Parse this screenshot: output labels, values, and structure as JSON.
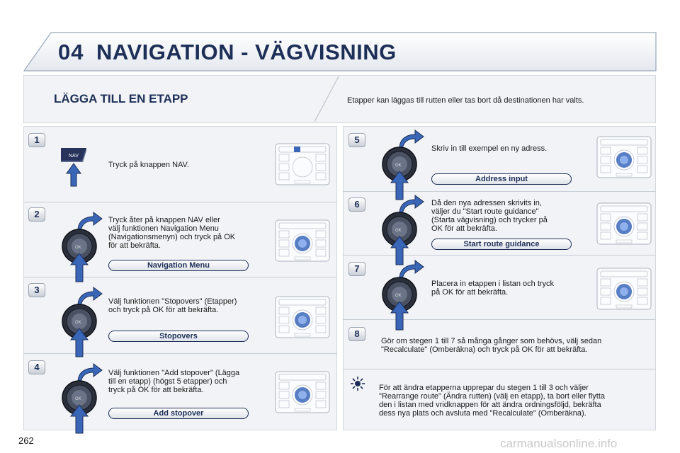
{
  "header": {
    "chapter_number": "04",
    "chapter_title": "NAVIGATION - VÄGVISNING"
  },
  "intro": {
    "section_title": "LÄGGA TILL EN ETAPP",
    "text": "Etapper kan läggas till rutten eller tas bort då destinationen har valts."
  },
  "steps": [
    {
      "number": "1",
      "text": "Tryck på knappen NAV.",
      "button_label": "NAV"
    },
    {
      "number": "2",
      "text": "Tryck åter på knappen NAV eller\nvälj funktionen Navigation Menu\n(Navigationsmenyn) och tryck på OK\nför att bekräfta.",
      "function_label": "Navigation Menu"
    },
    {
      "number": "3",
      "text": "Välj funktionen \"Stopovers\" (Etapper)\noch tryck på OK för att bekräfta.",
      "function_label": "Stopovers"
    },
    {
      "number": "4",
      "text": "Välj funktionen \"Add stopover\" (Lägga\ntill en etapp) (högst 5 etapper) och\ntryck på OK för att bekräfta.",
      "function_label": "Add stopover"
    },
    {
      "number": "5",
      "text": "Skriv in till exempel en ny adress.",
      "function_label": "Address input"
    },
    {
      "number": "6",
      "text": "Då den nya adressen skrivits in,\nväljer du \"Start route guidance\"\n(Starta vägvisning) och trycker på\nOK för att bekräfta.",
      "function_label": "Start route guidance"
    },
    {
      "number": "7",
      "text": "Placera in etappen i listan och tryck\npå OK för att bekräfta."
    },
    {
      "number": "8",
      "text": "Gör om stegen 1 till 7 så många gånger som behövs, välj sedan\n\"Recalculate\" (Omberäkna) och tryck på OK för att bekräfta."
    }
  ],
  "tip": {
    "icon": "sun-icon",
    "text": "För att ändra etapperna upprepar du stegen 1 till 3 och väljer\n\"Rearrange route\" (Ändra rutten) (välj en etapp), ta bort eller flytta\nden i listan med vridknappen för att ändra ordningsföljd, bekräfta\ndess nya plats och avsluta med \"Recalculate\" (Omberäkna)."
  },
  "footer": {
    "page_number": "262",
    "watermark": "carmanualsonline.info"
  },
  "colors": {
    "brand_navy": "#1d2f57",
    "panel_bg": "#f1f3f6",
    "knob_blue": "#3a66b8"
  }
}
